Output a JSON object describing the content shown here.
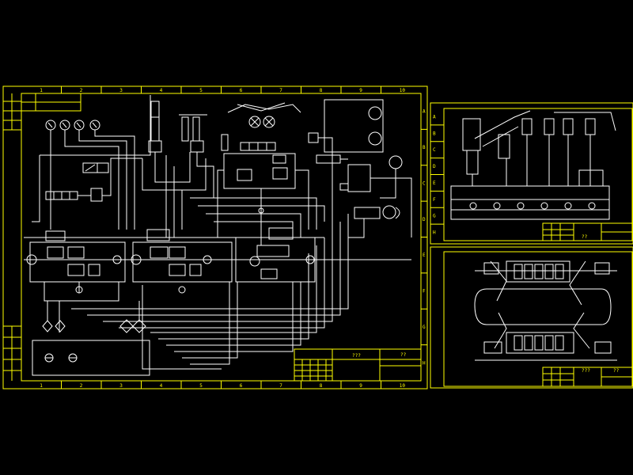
{
  "colors": {
    "background": "#000000",
    "frame": "#ffff00",
    "lines": "#ffffff"
  },
  "main_sheet": {
    "col_labels": [
      "1",
      "2",
      "3",
      "4",
      "5",
      "6",
      "7",
      "8",
      "9",
      "10"
    ],
    "row_labels": [
      "A",
      "B",
      "C",
      "D",
      "E",
      "F",
      "G",
      "H"
    ],
    "title_block": {
      "title": "???",
      "sheet": "??"
    }
  },
  "upper_right_sheet": {
    "row_labels": [
      "A",
      "B",
      "C",
      "D",
      "E",
      "F",
      "G",
      "H"
    ],
    "title_block": {
      "title": "??"
    }
  },
  "lower_right_sheet": {
    "title_block": {
      "title": "???",
      "sheet": "??"
    }
  }
}
